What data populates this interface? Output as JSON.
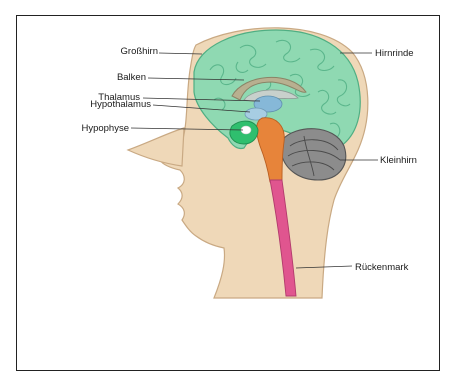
{
  "labels": {
    "grosshirn": "Großhirn",
    "hirnrinde": "Hirnrinde",
    "balken": "Balken",
    "thalamus": "Thalamus",
    "hypothalamus": "Hypothalamus",
    "hypophyse": "Hypophyse",
    "kleinhirn": "Kleinhirn",
    "rueckenmark": "Rückenmark"
  },
  "colors": {
    "skin": "#efd8b8",
    "skin_outline": "#c9a983",
    "cortex_green": "#8fd9b2",
    "cortex_outline": "#4fae83",
    "cerebellum": "#8c8c8c",
    "spinal_cord": "#e0558f",
    "brainstem": "#e7843a",
    "thalamus_blue": "#86b8d8",
    "pituitary_green": "#2fbf6e",
    "corpus_callosum": "#b8b090"
  }
}
